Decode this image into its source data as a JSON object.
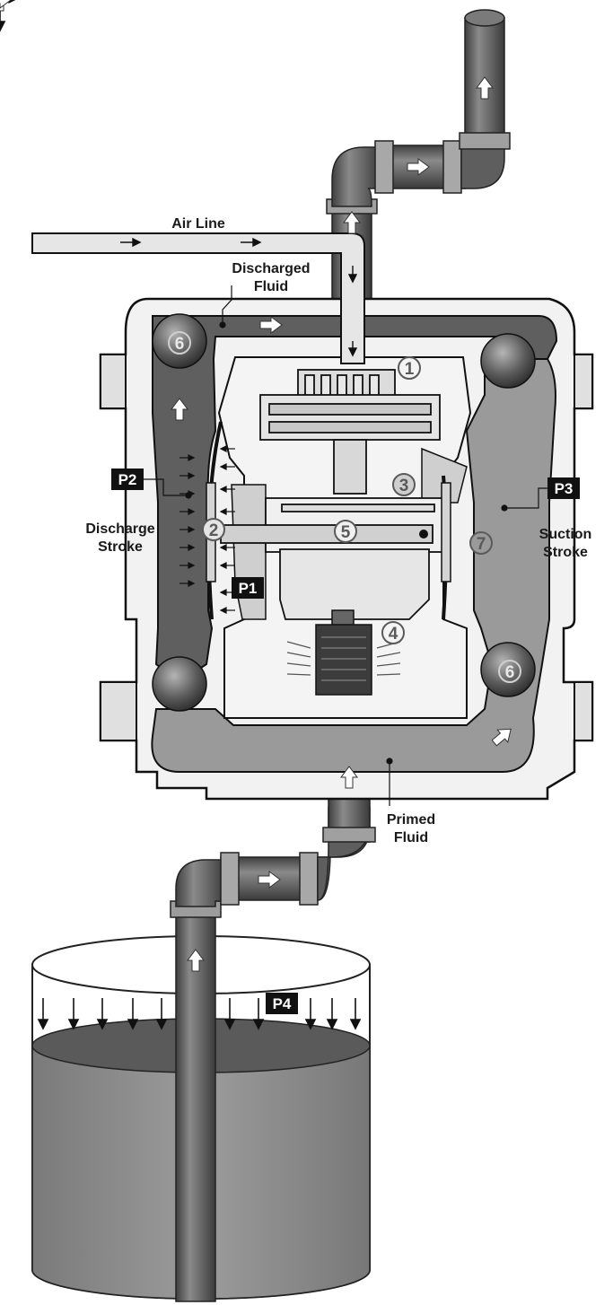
{
  "labels": {
    "air_line": "Air Line",
    "discharged_fluid_1": "Discharged",
    "discharged_fluid_2": "Fluid",
    "discharge_stroke_1": "Discharge",
    "discharge_stroke_2": "Stroke",
    "suction_stroke_1": "Suction",
    "suction_stroke_2": "Stroke",
    "primed_fluid_1": "Primed",
    "primed_fluid_2": "Fluid"
  },
  "pressure_tags": {
    "p1": "P1",
    "p2": "P2",
    "p3": "P3",
    "p4": "P4"
  },
  "callouts": {
    "c1": "1",
    "c2": "2",
    "c3": "3",
    "c4": "4",
    "c5": "5",
    "c6_top": "6",
    "c6_bottom": "6",
    "c7": "7"
  },
  "colors": {
    "dark_fluid": "#5f5f5f",
    "light_fluid": "#9a9a9a",
    "liquid": "#8c8c8c",
    "body_fill": "#ececec",
    "outline": "#111111"
  }
}
